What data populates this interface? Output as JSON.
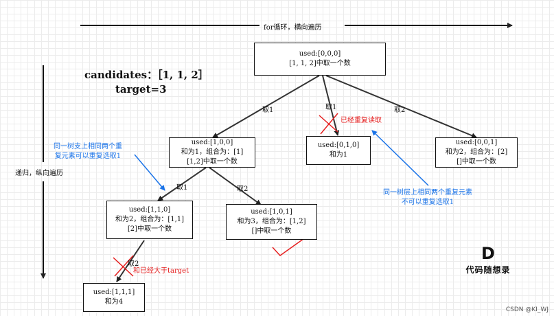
{
  "header": {
    "top_axis_label": "for循环，横向遍历",
    "left_axis_label": "递归，纵向遍历"
  },
  "title": {
    "line1": "candidates：［1, 1, 2］",
    "line2": "target=3"
  },
  "nodes": [
    {
      "id": "root",
      "line1": "used:[0,0,0]",
      "line2": "[1, 1, 2]中取一个数"
    },
    {
      "id": "n100",
      "line1": "used:[1,0,0]",
      "line2": "和为1，组合为：[1]",
      "line3": "[1,2]中取一个数"
    },
    {
      "id": "n010",
      "line1": "used:[0,1,0]",
      "line2": "和为1"
    },
    {
      "id": "n001",
      "line1": "used:[0,0,1]",
      "line2": "和为2，组合为：[2]",
      "line3": "[]中取一个数"
    },
    {
      "id": "n110",
      "line1": "used:[1,1,0]",
      "line2": "和为2，组合为：[1,1]",
      "line3": "[2]中取一个数"
    },
    {
      "id": "n101",
      "line1": "used:[1,0,1]",
      "line2": "和为3，组合为：[1,2]",
      "line3": "[]中取一个数"
    },
    {
      "id": "n111",
      "line1": "used:[1,1,1]",
      "line2": "和为4"
    }
  ],
  "edge_labels": {
    "root_left": "取1",
    "root_mid": "取1",
    "root_right": "取2",
    "n100_left": "取1",
    "n100_right": "取2",
    "n110_down": "取2"
  },
  "annotations": {
    "repeat_read": "已经重复读取",
    "exceeds_target": "和已经大于target",
    "branch_note": [
      "同一树支上相同两个重",
      "复元素可以重复选取1"
    ],
    "layer_note": [
      "同一树层上相同两个重复元素",
      "不可以重复选取1"
    ]
  },
  "logo": {
    "mark": "D",
    "text": "代码随想录"
  },
  "watermark": "CSDN @KI_WJ",
  "colors": {
    "arrow": "#333333",
    "red": "#e62020",
    "blue": "#1a73e8"
  }
}
